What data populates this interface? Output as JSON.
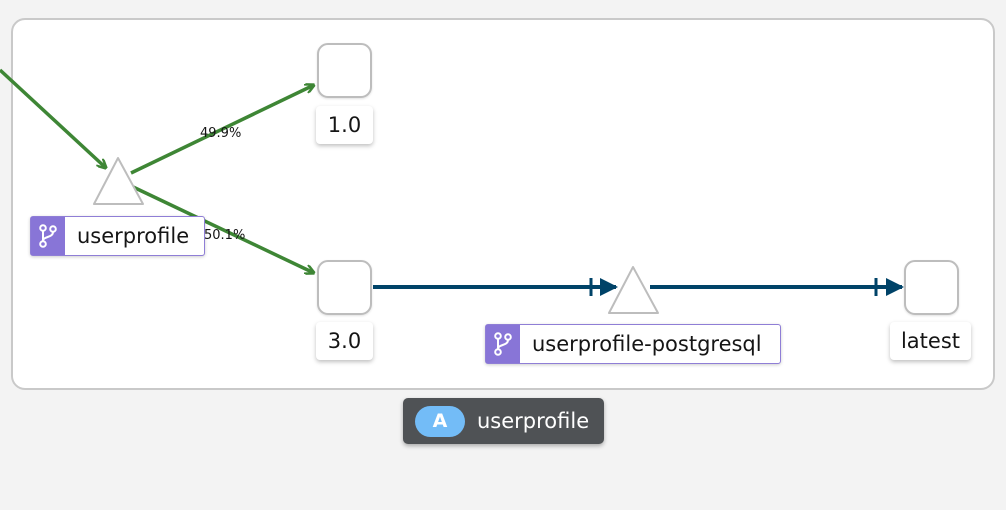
{
  "group": {
    "name": "userprofile",
    "badge": "A"
  },
  "services": [
    {
      "id": "svc1",
      "label": "userprofile",
      "icon": "branch-icon"
    },
    {
      "id": "svc2",
      "label": "userprofile-postgresql",
      "icon": "branch-icon"
    }
  ],
  "versions": [
    {
      "id": "v1",
      "label": "1.0"
    },
    {
      "id": "v3",
      "label": "3.0"
    },
    {
      "id": "vl",
      "label": "latest"
    }
  ],
  "edges": [
    {
      "from": "external",
      "to": "svc1",
      "protocol": "http",
      "color": "#3e8635"
    },
    {
      "from": "svc1",
      "to": "v1",
      "percent": "49.9%",
      "color": "#3e8635"
    },
    {
      "from": "svc1",
      "to": "v3",
      "percent": "50.1%",
      "color": "#3e8635"
    },
    {
      "from": "v3",
      "to": "svc2",
      "protocol": "tcp",
      "color": "#004368"
    },
    {
      "from": "svc2",
      "to": "vl",
      "protocol": "tcp",
      "color": "#004368"
    }
  ],
  "colors": {
    "http_ok": "#3e8635",
    "tcp": "#004368",
    "service_badge": "#8875d7",
    "app_badge": "#73bcf7"
  }
}
